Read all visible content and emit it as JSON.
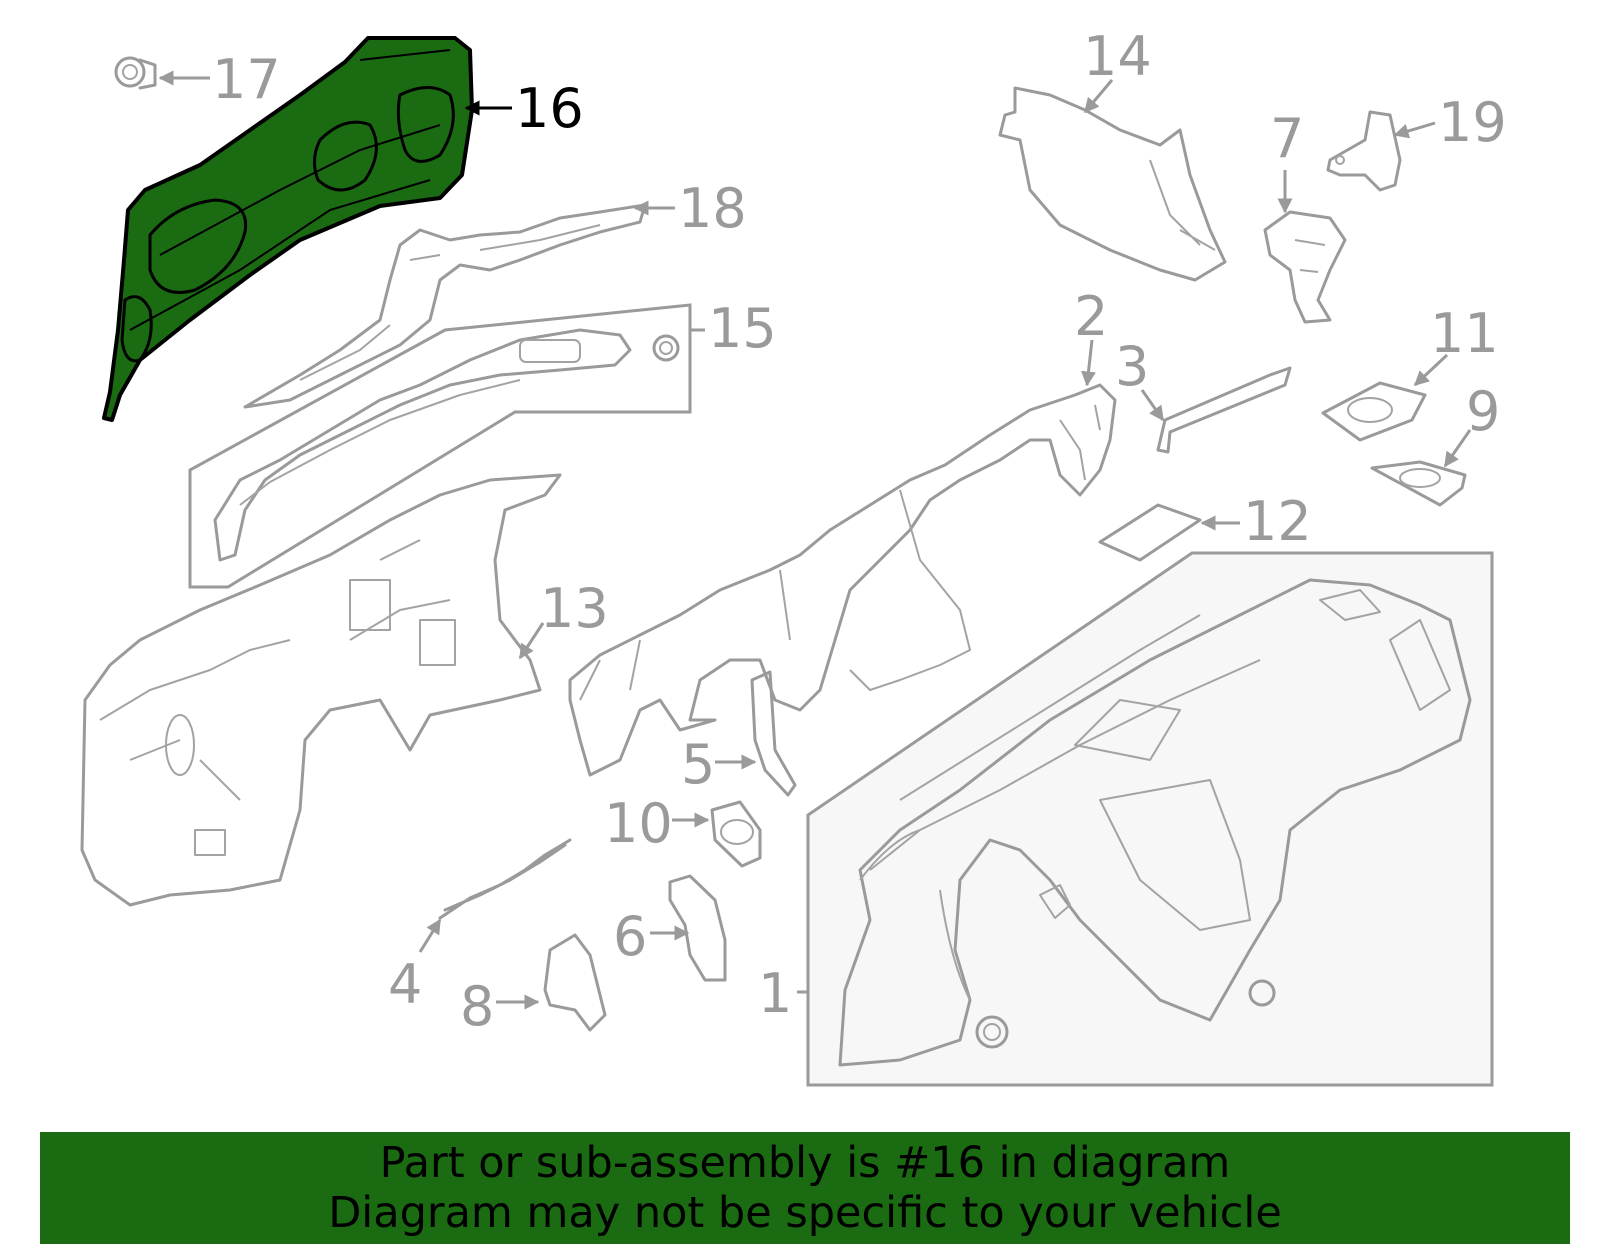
{
  "diagram": {
    "highlighted_part": "16",
    "highlight_color": "#1a6b12",
    "part_line_color": "#9a9a9a",
    "callouts": [
      "1",
      "2",
      "3",
      "4",
      "5",
      "6",
      "7",
      "8",
      "9",
      "10",
      "11",
      "12",
      "13",
      "14",
      "15",
      "16",
      "17",
      "18",
      "19"
    ]
  },
  "banner": {
    "line1": "Part or sub-assembly is #16 in diagram",
    "line2": "Diagram may not be specific to your vehicle",
    "background": "#1a6b12",
    "text_color": "#000000"
  }
}
